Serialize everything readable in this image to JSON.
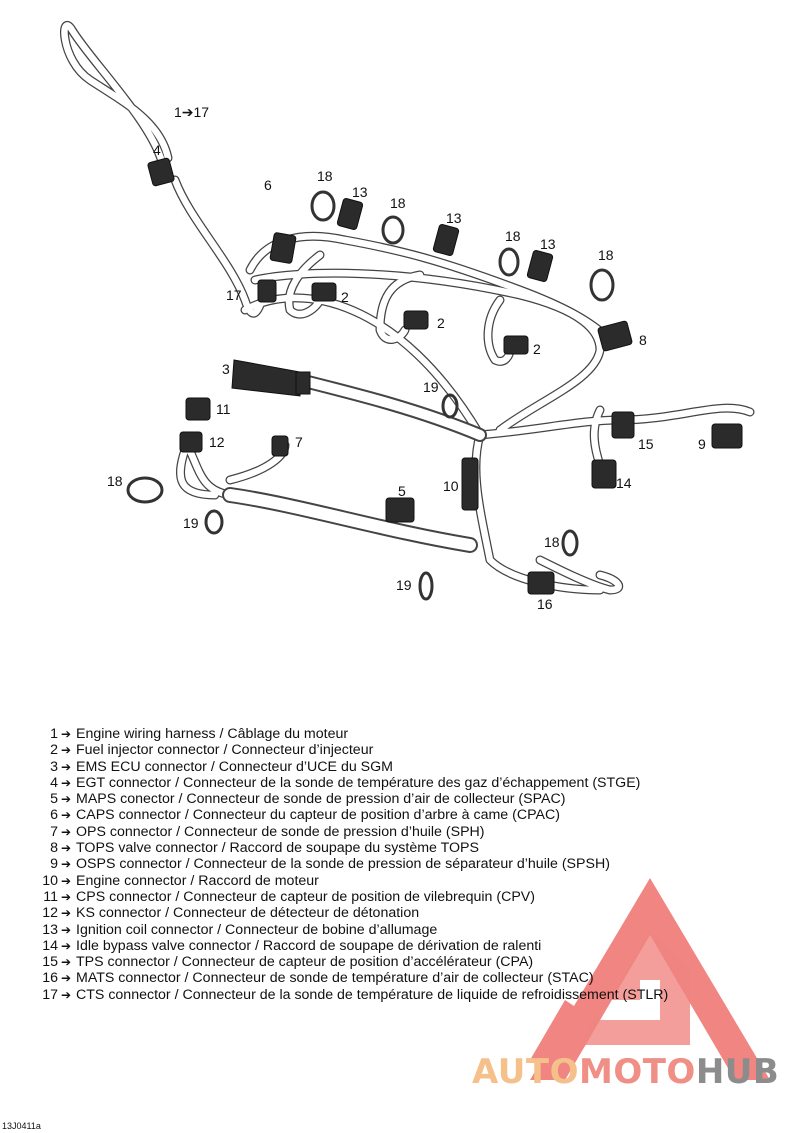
{
  "diagram": {
    "callouts": {
      "c1_17": "1➔17",
      "c4": "4",
      "c6": "6",
      "c18a": "18",
      "c13a": "13",
      "c18b": "18",
      "c13b": "13",
      "c18c": "18",
      "c13c": "13",
      "c18d": "18",
      "c17": "17",
      "c2a": "2",
      "c2b": "2",
      "c2c": "2",
      "c8": "8",
      "c3": "3",
      "c19a": "19",
      "c11": "11",
      "c12": "12",
      "c7": "7",
      "c15": "15",
      "c9": "9",
      "c14": "14",
      "c18e": "18",
      "c10": "10",
      "c5": "5",
      "c19b": "19",
      "c18f": "18",
      "c19c": "19",
      "c16": "16"
    }
  },
  "legend": [
    {
      "num": "1",
      "text": "Engine wiring harness / Câblage du moteur"
    },
    {
      "num": "2",
      "text": "Fuel injector connector / Connecteur d’injecteur"
    },
    {
      "num": "3",
      "text": "EMS ECU connector / Connecteur d’UCE du SGM"
    },
    {
      "num": "4",
      "text": "EGT connector / Connecteur de la sonde de température des gaz d’échappement (STGE)"
    },
    {
      "num": "5",
      "text": "MAPS conector / Connecteur de sonde de pression d’air de collecteur (SPAC)"
    },
    {
      "num": "6",
      "text": "CAPS connector / Connecteur du capteur de position d’arbre à came (CPAC)"
    },
    {
      "num": "7",
      "text": "OPS connector / Connecteur de sonde de pression d’huile (SPH)"
    },
    {
      "num": "8",
      "text": "TOPS valve connector / Raccord de soupape du système TOPS"
    },
    {
      "num": "9",
      "text": "OSPS connector / Connecteur de la sonde de pression de séparateur d’huile (SPSH)"
    },
    {
      "num": "10",
      "text": "Engine connector / Raccord de moteur"
    },
    {
      "num": "11",
      "text": "CPS connector / Connecteur de capteur de position de vilebrequin (CPV)"
    },
    {
      "num": "12",
      "text": "KS connector / Connecteur de détecteur de détonation"
    },
    {
      "num": "13",
      "text": "Ignition coil connector / Connecteur de bobine d’allumage"
    },
    {
      "num": "14",
      "text": "Idle bypass valve connector / Raccord de soupape de dérivation de ralenti"
    },
    {
      "num": "15",
      "text": "TPS connector / Connecteur de capteur de position d’accélérateur (CPA)"
    },
    {
      "num": "16",
      "text": "MATS connector / Connecteur de sonde de température d’air de collecteur (STAC)"
    },
    {
      "num": "17",
      "text": "CTS connector / Connecteur de la sonde de température de liquide de refroidissement (STLR)"
    }
  ],
  "legend_arrow": "➔",
  "watermark": {
    "part1": "AUTO",
    "part2": "MOTO",
    "part3": "HUB"
  },
  "figure_code": "13J0411a",
  "colors": {
    "watermark_red": "#e5221c",
    "watermark_orange": "#f6c08a",
    "watermark_pink": "#f08f86",
    "watermark_gray": "#8c8c8c",
    "line": "#333333",
    "connector": "#2b2b2b"
  }
}
